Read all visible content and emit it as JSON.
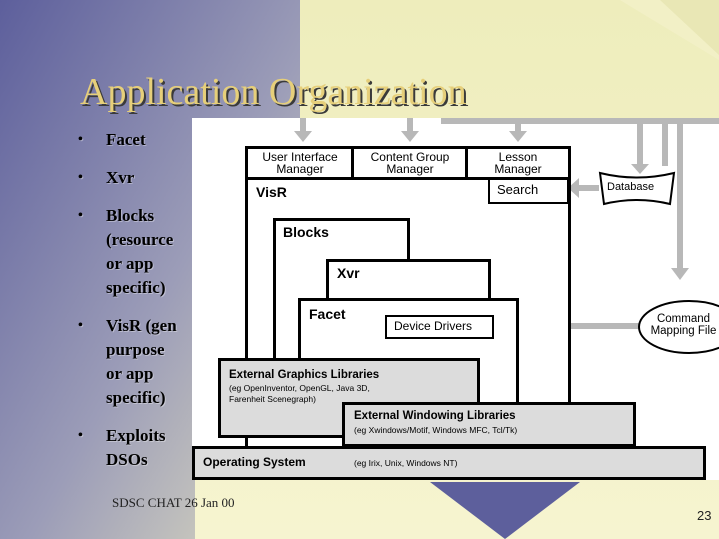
{
  "slide": {
    "title": "Application Organization",
    "bullets": [
      {
        "lines": [
          "Facet"
        ]
      },
      {
        "lines": [
          "Xvr"
        ]
      },
      {
        "lines": [
          "Blocks",
          "(resource",
          "or app",
          "specific)"
        ]
      },
      {
        "lines": [
          "VisR (gen",
          "purpose",
          "or app",
          "specific)"
        ]
      },
      {
        "lines": [
          "Exploits",
          "DSOs"
        ]
      }
    ],
    "bullet_glyph": "•",
    "footer": "SDSC CHAT 26 Jan 00",
    "page_number": "23"
  },
  "diagram": {
    "ui_manager": [
      "User Interface",
      "Manager"
    ],
    "content_manager": [
      "Content Group",
      "Manager"
    ],
    "lesson_manager": [
      "Lesson",
      "Manager"
    ],
    "search": "Search",
    "visr": "VisR",
    "blocks": "Blocks",
    "xvr": "Xvr",
    "facet": "Facet",
    "device_drivers": "Device Drivers",
    "database": "Database",
    "command_mapping": [
      "Command",
      "Mapping File"
    ],
    "ext_graphics": {
      "title": "External Graphics Libraries",
      "note": [
        "(eg OpenInventor, OpenGL, Java 3D,",
        "Farenheit Scenegraph)"
      ]
    },
    "ext_windowing": {
      "title": "External Windowing Libraries",
      "note": "(eg Xwindows/Motif, Windows MFC, Tcl/Tk)"
    },
    "os": {
      "title": "Operating System",
      "note": "(eg Irix, Unix, Windows NT)"
    }
  },
  "colors": {
    "title": "#e6cf7a",
    "bg_light": "#f3f1c4",
    "bg_purple": "#5d5f9c",
    "arrow": "#b8b8b8"
  }
}
